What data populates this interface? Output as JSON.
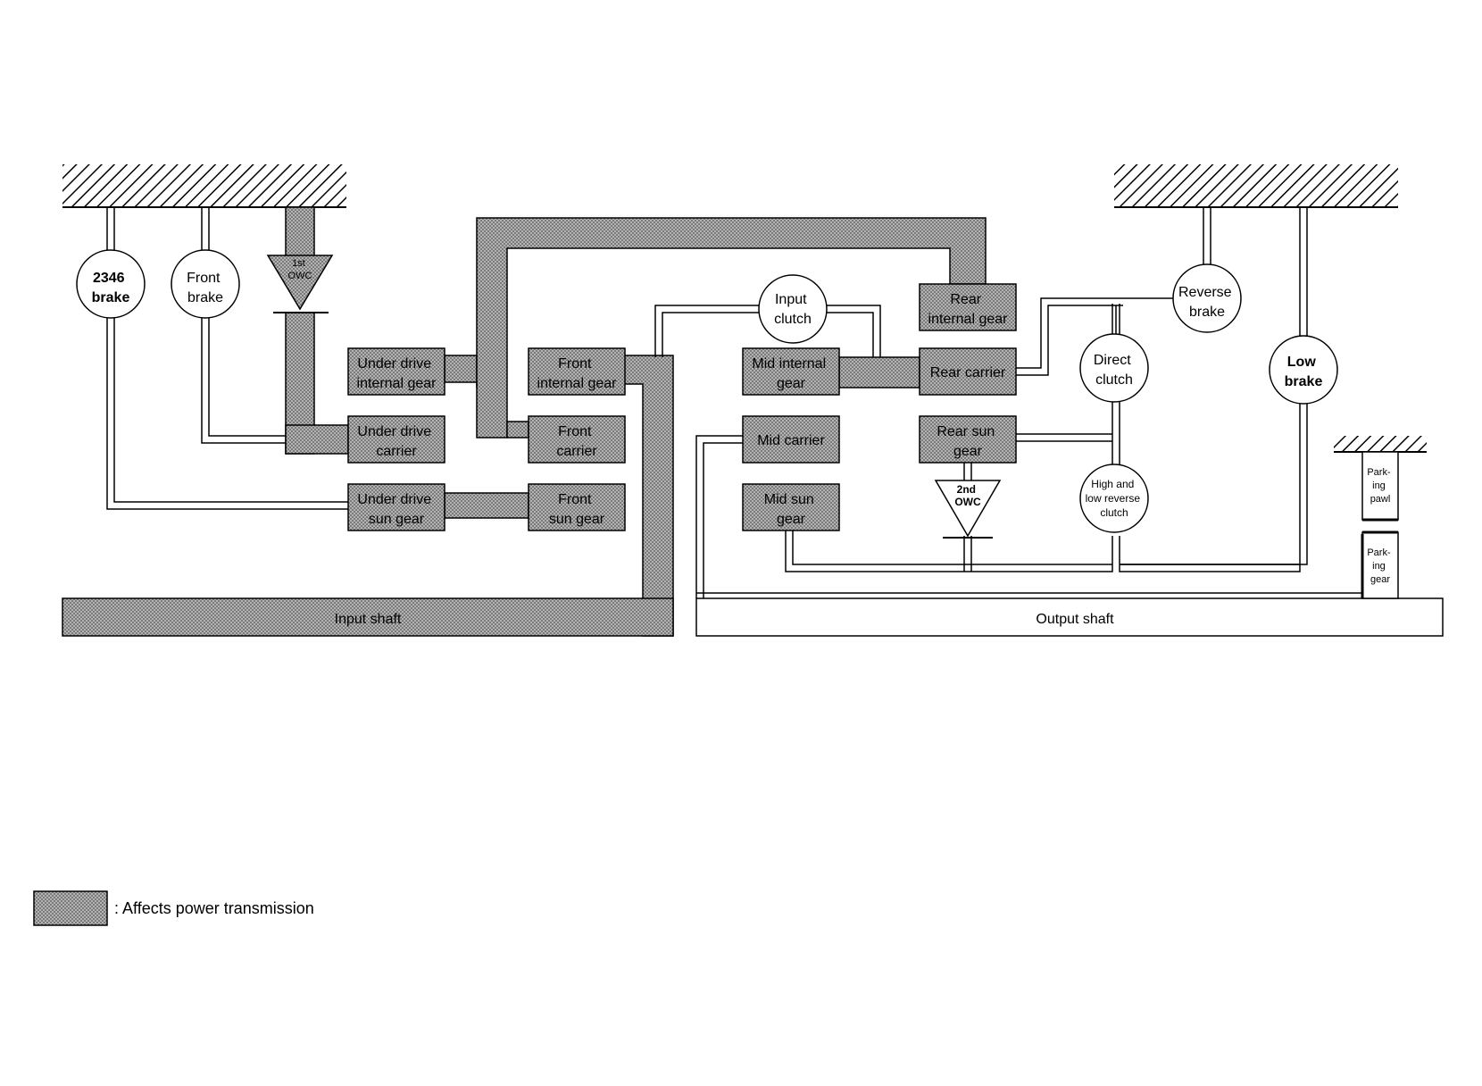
{
  "colors": {
    "hatch": "#000000",
    "shade": "#a8a8a8",
    "line": "#000000",
    "background": "#ffffff"
  },
  "components": {
    "brake_2346": [
      "2346",
      "brake"
    ],
    "front_brake": [
      "Front",
      "brake"
    ],
    "owc_1st": [
      "1st",
      "OWC"
    ],
    "under_drive_internal_gear": [
      "Under drive",
      "internal gear"
    ],
    "under_drive_carrier": [
      "Under drive",
      "carrier"
    ],
    "under_drive_sun_gear": [
      "Under drive",
      "sun gear"
    ],
    "front_internal_gear": [
      "Front",
      "internal gear"
    ],
    "front_carrier": [
      "Front",
      "carrier"
    ],
    "front_sun_gear": [
      "Front",
      "sun gear"
    ],
    "input_clutch": [
      "Input",
      "clutch"
    ],
    "mid_internal_gear": [
      "Mid internal",
      "gear"
    ],
    "mid_carrier": [
      "Mid carrier"
    ],
    "mid_sun_gear": [
      "Mid sun",
      "gear"
    ],
    "rear_internal_gear": [
      "Rear",
      "internal gear"
    ],
    "rear_carrier": [
      "Rear carrier"
    ],
    "rear_sun_gear": [
      "Rear sun",
      "gear"
    ],
    "owc_2nd": [
      "2nd",
      "OWC"
    ],
    "reverse_brake": [
      "Reverse",
      "brake"
    ],
    "direct_clutch": [
      "Direct",
      "clutch"
    ],
    "high_low_reverse_clutch": [
      "High and",
      "low reverse",
      "clutch"
    ],
    "low_brake": [
      "Low",
      "brake"
    ],
    "parking_pawl": [
      "Park-",
      "ing",
      "pawl"
    ],
    "parking_gear": [
      "Park-",
      "ing",
      "gear"
    ],
    "input_shaft": [
      "Input shaft"
    ],
    "output_shaft": [
      "Output shaft"
    ]
  },
  "legend": {
    "text": ": Affects power transmission"
  }
}
